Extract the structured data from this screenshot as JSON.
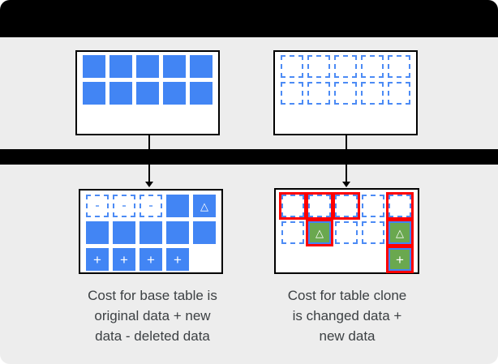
{
  "colors": {
    "block_blue": "#4285f4",
    "dash_blue": "#4c8bf5",
    "minus_blue": "#7baaf7",
    "changed_green": "#6aa84f",
    "highlight_red": "#ff0000",
    "bar_black": "#000000",
    "background_gray": "#ededed",
    "panel_white": "#ffffff",
    "caption_text": "#3c4043"
  },
  "glyphs": {
    "minus": "-",
    "plus": "+",
    "tri": "△"
  },
  "panels": {
    "base_table_before": {
      "rows": [
        [
          "solid",
          "solid",
          "solid",
          "solid",
          "solid"
        ],
        [
          "solid",
          "solid",
          "solid",
          "solid",
          "solid"
        ]
      ]
    },
    "table_clone_before": {
      "rows": [
        [
          "dashed",
          "dashed",
          "dashed",
          "dashed",
          "dashed"
        ],
        [
          "dashed",
          "dashed",
          "dashed",
          "dashed",
          "dashed"
        ]
      ]
    },
    "base_table_after": {
      "rows": [
        [
          "dashed minus",
          "dashed minus",
          "dashed minus",
          "solid",
          "solid tri"
        ],
        [
          "solid",
          "solid",
          "solid",
          "solid",
          "solid"
        ],
        [
          "solid plus",
          "solid plus",
          "solid plus",
          "solid plus",
          "none"
        ]
      ]
    },
    "table_clone_after": {
      "rows": [
        [
          "dashed red",
          "dashed red",
          "dashed red",
          "dashed",
          "dashed red"
        ],
        [
          "dashed",
          "green tri red",
          "dashed",
          "dashed",
          "green tri red"
        ],
        [
          "none",
          "none",
          "none",
          "none",
          "green plus red"
        ]
      ]
    }
  },
  "captions": {
    "base_table": [
      "Cost for base table is",
      "original data + new",
      "data - deleted data"
    ],
    "table_clone": [
      "Cost for table clone",
      "is changed data +",
      "new data"
    ]
  }
}
